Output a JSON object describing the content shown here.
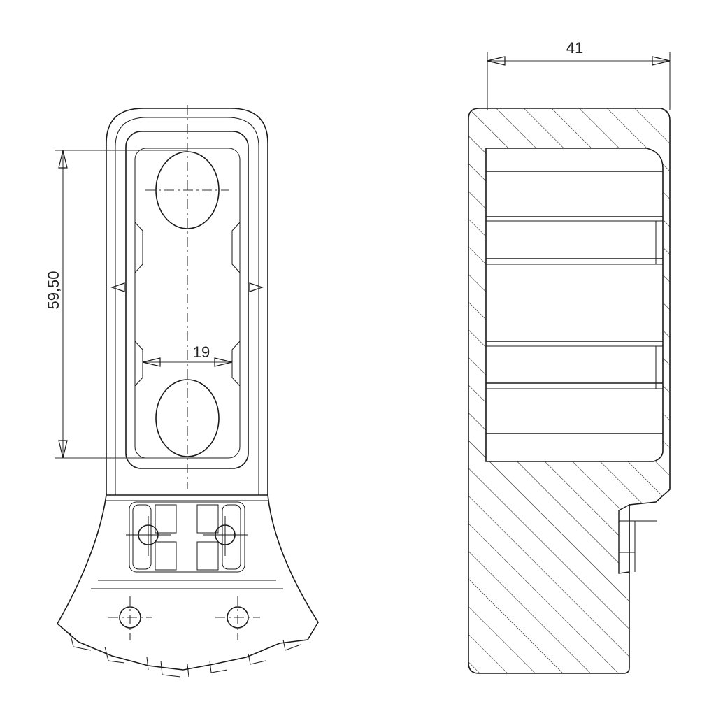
{
  "dimensions": {
    "length": "59,50",
    "inner_width": "19",
    "depth": "41"
  }
}
